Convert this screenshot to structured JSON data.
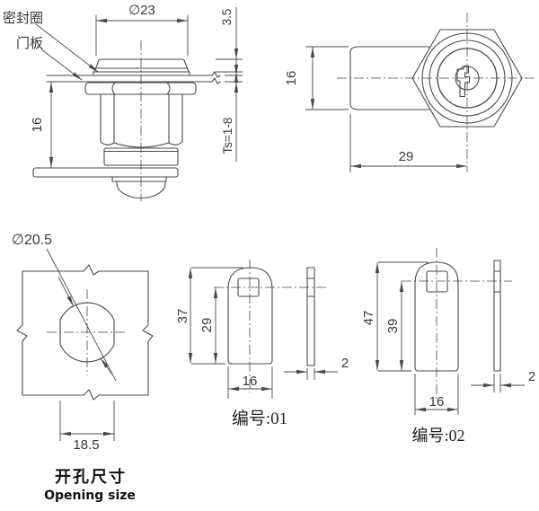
{
  "drawing": {
    "front_view": {
      "labels": {
        "seal_ring": "密封圈",
        "door_panel": "门板"
      },
      "dims": {
        "cap_diameter": "∅23",
        "cap_height": "3.5",
        "panel_thickness": "Ts=1-8",
        "body_height": "16"
      }
    },
    "side_view": {
      "dims": {
        "height": "16",
        "length": "29"
      }
    },
    "opening": {
      "dims": {
        "hole_diameter": "∅20.5",
        "flat_width": "18.5"
      },
      "title_zh": "开孔尺寸",
      "title_en": "Opening size"
    },
    "cam_01": {
      "dims": {
        "total_height": "37",
        "hole_center_to_bottom": "29",
        "width": "16",
        "thickness": "2"
      },
      "label": "编号:01"
    },
    "cam_02": {
      "dims": {
        "total_height": "47",
        "hole_center_to_bottom": "39",
        "width": "16",
        "thickness": "2"
      },
      "label": "编号:02"
    },
    "colors": {
      "line": "#4a4a4a",
      "text": "#3a3a3a",
      "title": "#111111",
      "background": "#ffffff"
    }
  }
}
